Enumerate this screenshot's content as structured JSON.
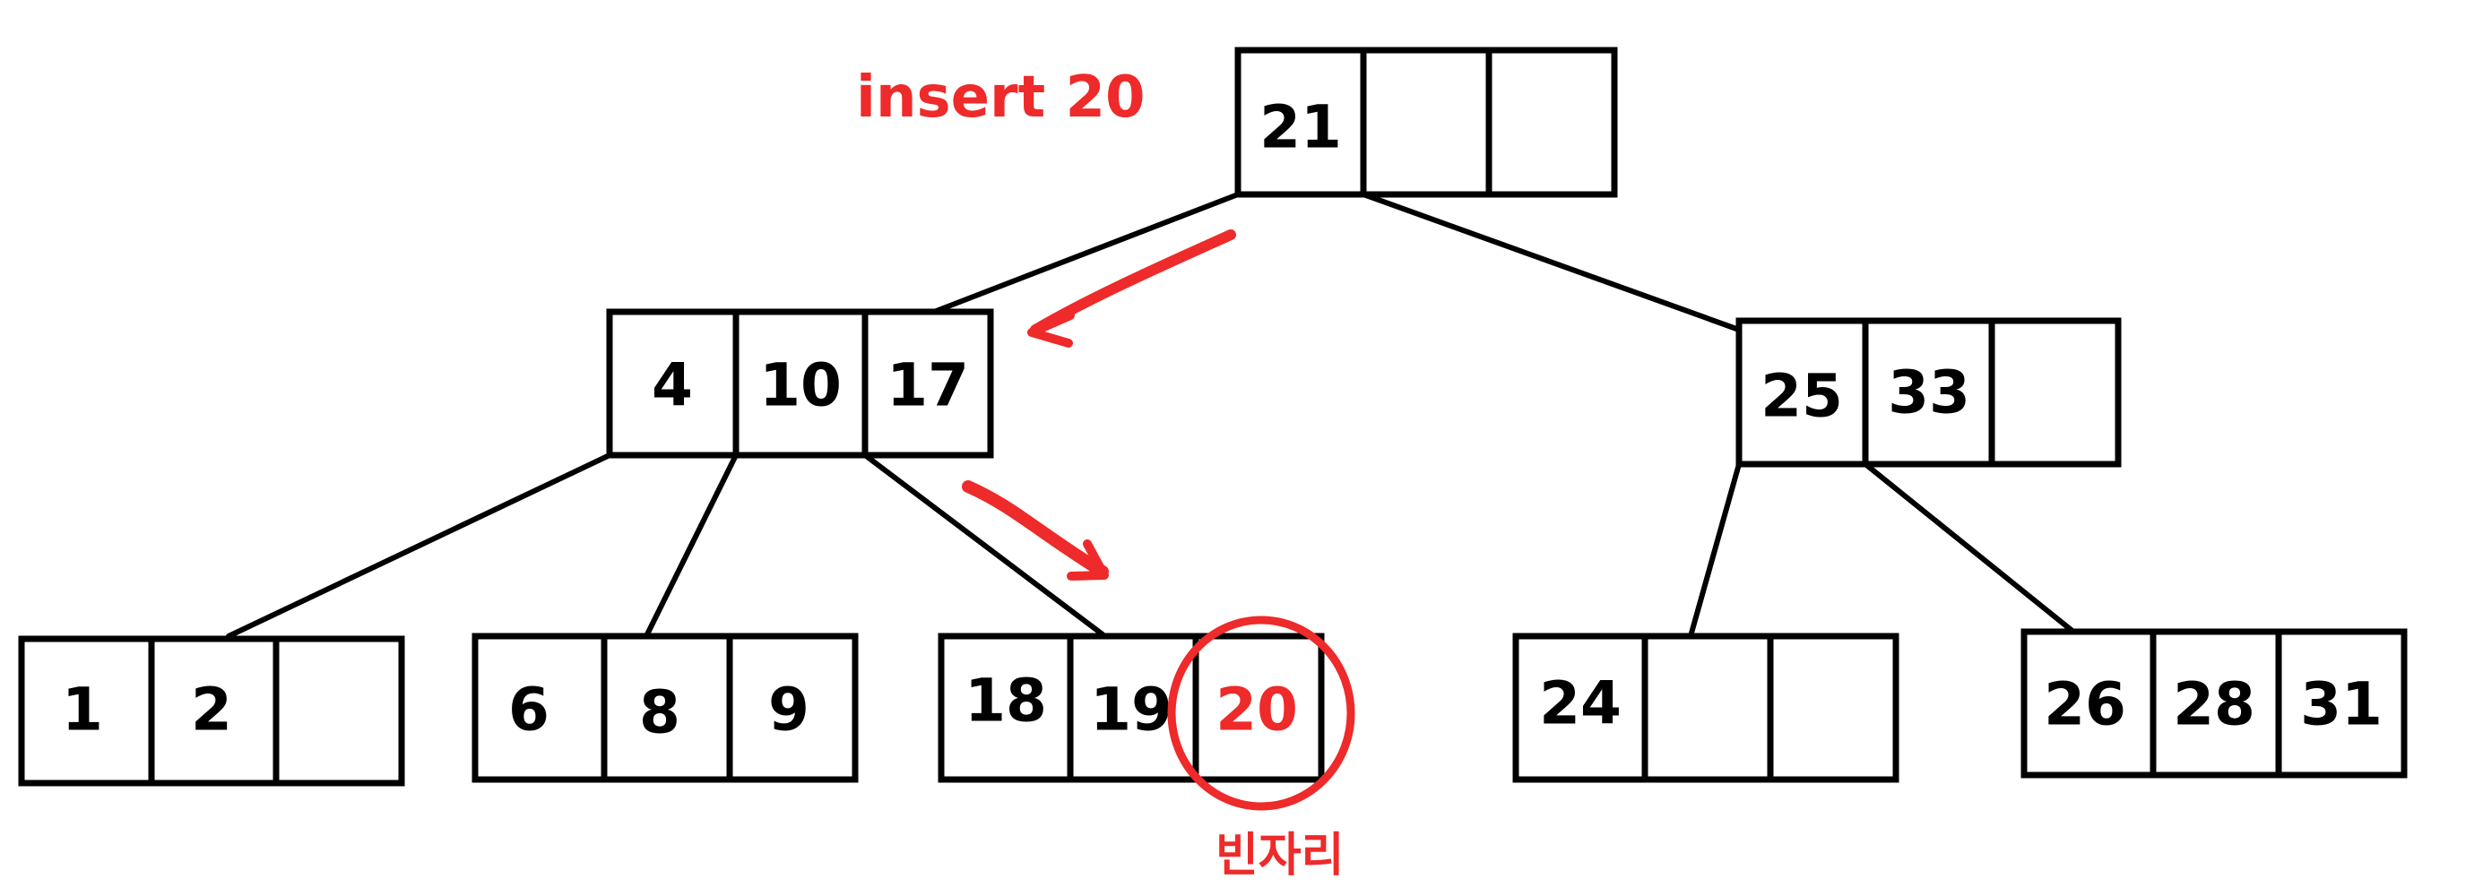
{
  "annotation": {
    "operation": "insert 20",
    "empty_slot_label": "빈자리",
    "accent_color": "#ee2a2a"
  },
  "tree": {
    "root": {
      "keys": [
        "21",
        "",
        ""
      ]
    },
    "level1": [
      {
        "keys": [
          "4",
          "10",
          "17"
        ]
      },
      {
        "keys": [
          "25",
          "33",
          ""
        ]
      }
    ],
    "leaves": [
      {
        "keys": [
          "1",
          "2",
          ""
        ]
      },
      {
        "keys": [
          "6",
          "8",
          "9"
        ]
      },
      {
        "keys": [
          "18",
          "19",
          "20"
        ]
      },
      {
        "keys": [
          "24",
          "",
          ""
        ]
      },
      {
        "keys": [
          "26",
          "28",
          "31"
        ]
      }
    ],
    "inserted_key": "20"
  }
}
